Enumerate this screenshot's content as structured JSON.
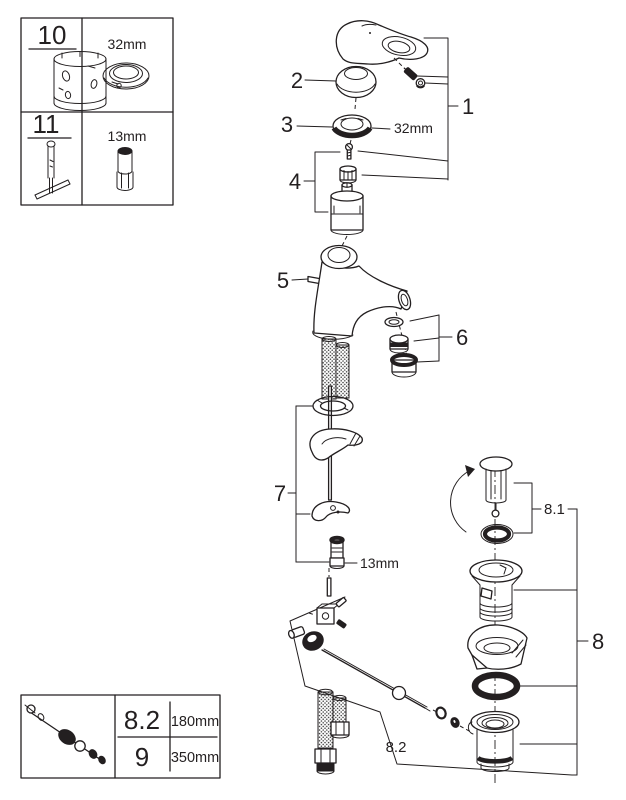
{
  "colors": {
    "line": "#231f20",
    "background": "#ffffff"
  },
  "tool_table": {
    "rows": [
      {
        "id": "10",
        "size": "32mm"
      },
      {
        "id": "11",
        "size": "13mm"
      }
    ]
  },
  "parts_table": {
    "rows": [
      {
        "id": "8.2",
        "length": "180mm"
      },
      {
        "id": "9",
        "length": "350mm"
      }
    ]
  },
  "callouts": {
    "c1": "1",
    "c2": "2",
    "c3": "3",
    "c4": "4",
    "c5": "5",
    "c6": "6",
    "c7": "7",
    "c8": "8",
    "c8_1": "8.1",
    "c8_2": "8.2",
    "nut_size": "32mm",
    "stud_size": "13mm"
  }
}
